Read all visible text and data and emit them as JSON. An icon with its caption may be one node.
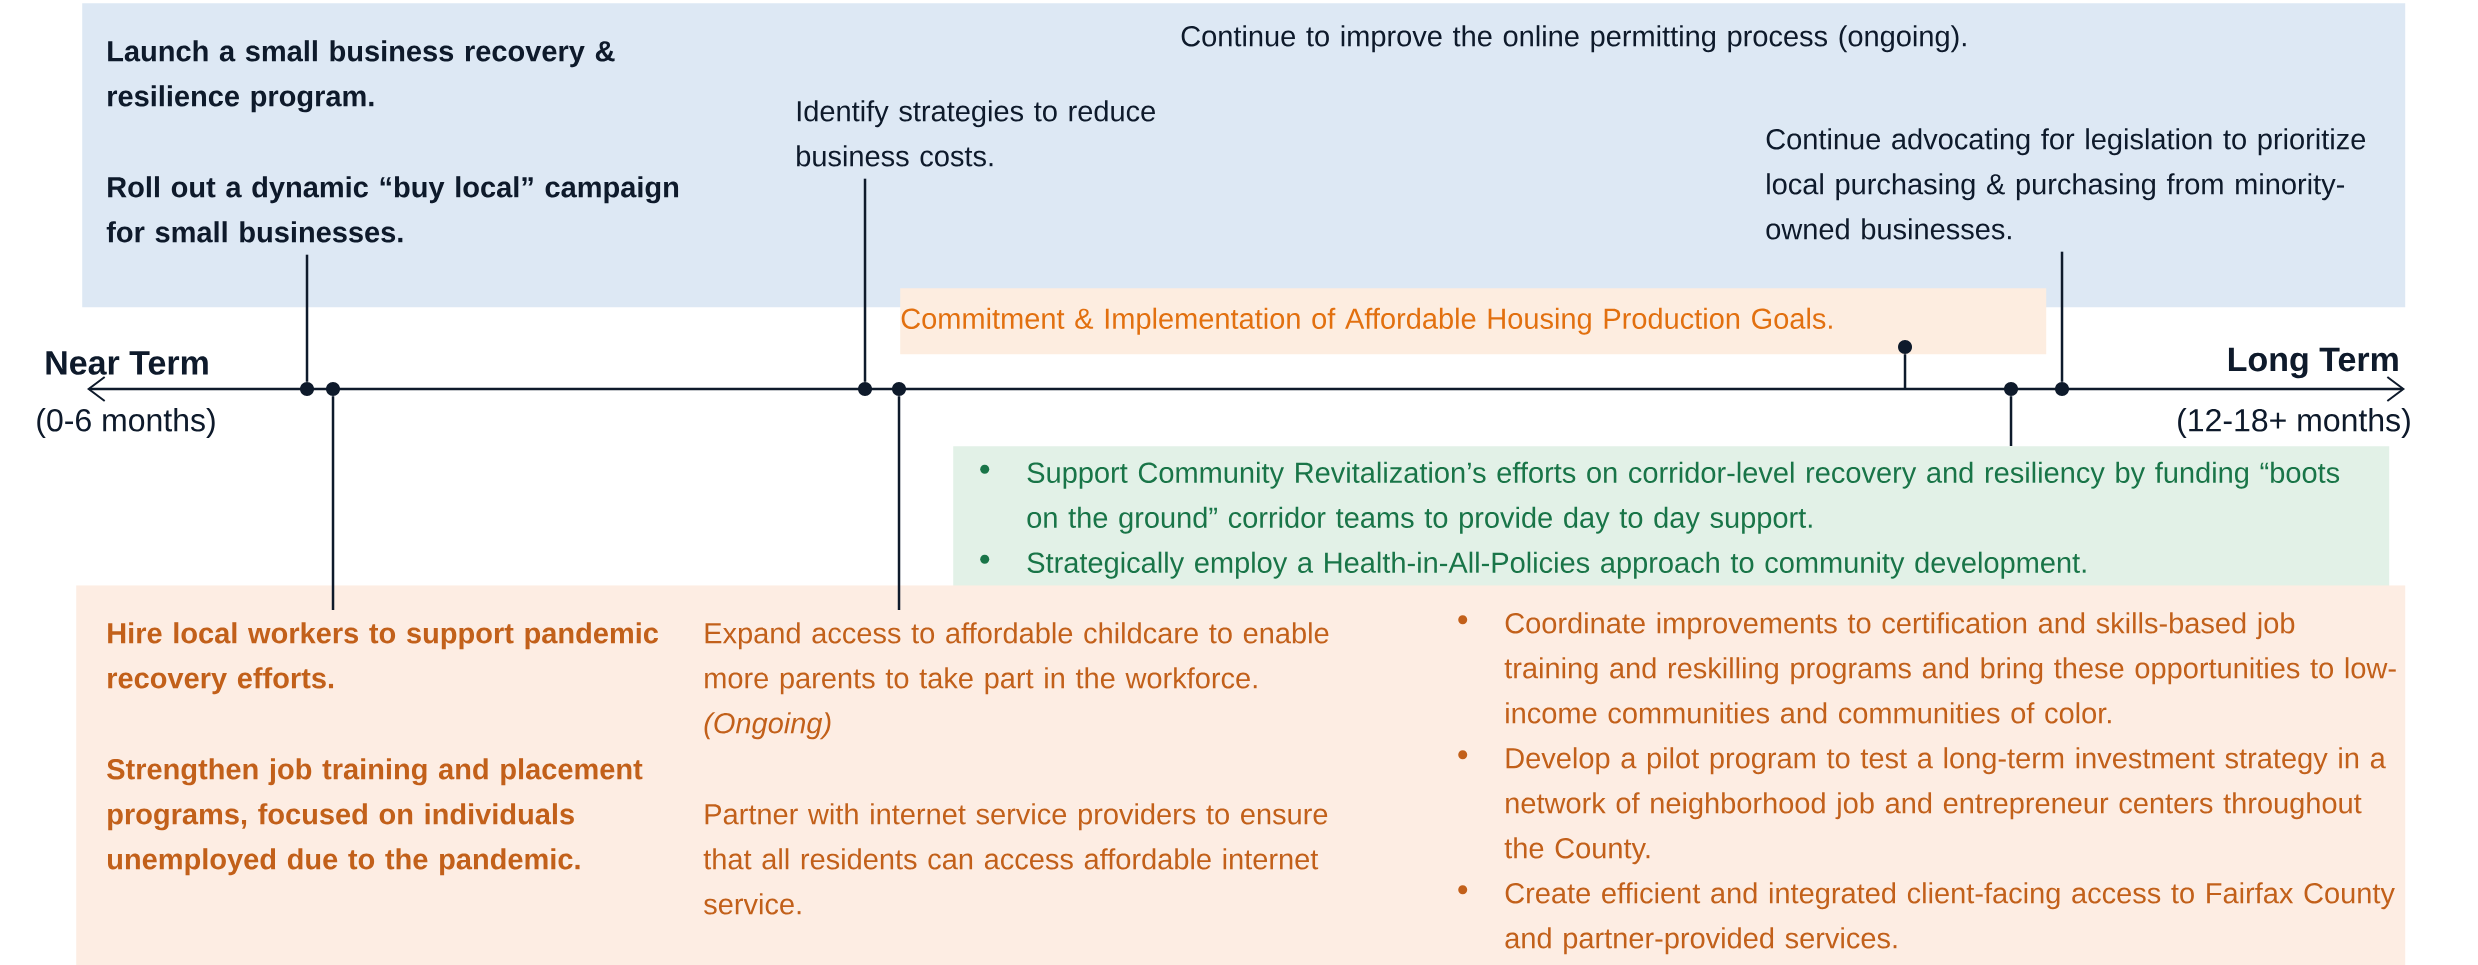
{
  "diagram": {
    "nodes": [
      {
        "text": [],
        "shape": "band"
      },
      {
        "text": [
          "Launch a small business recovery & resilience program.",
          "Roll out a dynamic “buy local” campaign for small businesses."
        ],
        "in": 0
      },
      {
        "text": [
          "Identify strategies to reduce business costs."
        ],
        "in": 0
      },
      {
        "text": [
          "Continue to improve the online permitting process (ongoing)."
        ],
        "in": 0
      },
      {
        "text": [
          "Continue advocating for legislation to prioritize local purchasing & purchasing from minority-owned businesses."
        ],
        "in": 0
      },
      {
        "text": [
          "Commitment & Implementation of Affordable Housing Production Goals."
        ]
      },
      {
        "text": [
          "Support Community Revitalization’s efforts on corridor-level recovery and resiliency by funding “boots on the ground” corridor teams to provide day to day support.",
          "Strategically employ a Health-in-All-Policies approach to community development."
        ]
      },
      {
        "text": [],
        "shape": "band"
      },
      {
        "text": [
          "Hire local workers to support pandemic recovery efforts.",
          "Strengthen job training and placement programs, focused on individuals unemployed due to the pandemic."
        ],
        "in": 7
      },
      {
        "text": [
          "Expand access to affordable childcare to enable more parents to take part in the workforce. *(Ongoing)*",
          "Partner with internet service providers to ensure that all residents can access affordable internet service."
        ],
        "in": 7
      },
      {
        "text": [
          "Coordinate improvements to certification and skills-based job training and reskilling programs and bring these opportunities to low-income communities and communities of color.",
          "Develop a pilot program to test a long-term investment strategy in a network of neighborhood job and entrepreneur centers throughout the County.",
          "Create efficient and integrated client-facing access to Fairfax County and partner-provided services."
        ],
        "in": 7
      },
      {
        "text": [],
        "shape": "circle"
      },
      {
        "text": [],
        "shape": "circle"
      },
      {
        "text": [],
        "shape": "circle"
      },
      {
        "text": [],
        "shape": "circle"
      },
      {
        "text": [],
        "shape": "circle",
        "in": 5
      },
      {
        "text": [],
        "shape": "circle"
      },
      {
        "text": [],
        "shape": "circle"
      }
    ],
    "edges": [
      {
        "from": 1,
        "to": 11,
        "arrow": "none"
      },
      {
        "from": 12,
        "to": 8,
        "arrow": "none"
      },
      {
        "from": 2,
        "to": 13,
        "arrow": "none"
      },
      {
        "from": 14,
        "to": 9,
        "arrow": "none"
      },
      {
        "from": 15,
        "to": null,
        "arrow": "none"
      },
      {
        "from": 16,
        "to": 6,
        "arrow": "none"
      },
      {
        "from": 4,
        "to": 17,
        "arrow": "none"
      }
    ],
    "labels": [
      "Near Term",
      "(0-6 months)",
      "Long Term",
      "(12-18+ months)"
    ]
  }
}
